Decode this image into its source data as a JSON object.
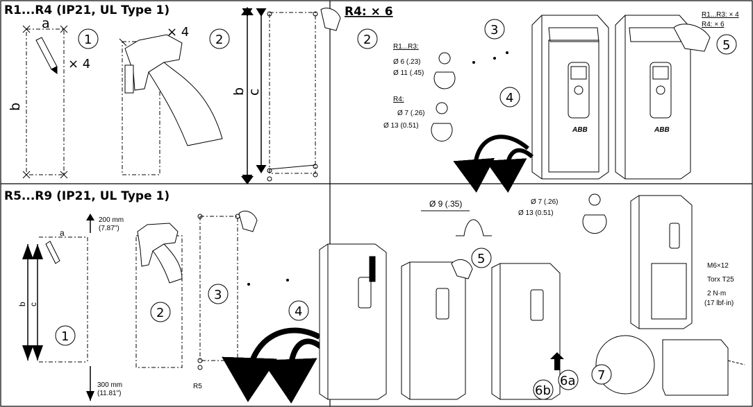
{
  "panels": {
    "top_left_title": "R1...R4 (IP21, UL Type 1)",
    "bottom_left_title": "R5...R9 (IP21, UL Type 1)"
  },
  "top": {
    "dim_a": "a",
    "dim_b": "b",
    "dim_b2": "b",
    "dim_c": "c",
    "times4_a": "× 4",
    "times4_b": "× 4",
    "r4_times6": "R4: × 6",
    "steps": [
      "1",
      "2",
      "2",
      "3",
      "4",
      "5"
    ],
    "keyhole_r1r3_label": "R1...R3:",
    "keyhole_r1r3_d1": "Ø 6 (.23)",
    "keyhole_r1r3_d2": "Ø 11 (.45)",
    "keyhole_r4_label": "R4:",
    "keyhole_r4_d1": "Ø 7 (.26)",
    "keyhole_r4_d2": "Ø 13 (0.51)",
    "right_r1r3": "R1...R3: × 4",
    "right_r4": "R4: × 6",
    "logo": "ABB"
  },
  "bottom": {
    "dim_a": "a",
    "dim_b": "b",
    "dim_c": "c",
    "top_clear_mm": "200 mm",
    "top_clear_in": "(7.87\")",
    "bot_clear_mm": "300 mm",
    "bot_clear_in": "(11.81\")",
    "r5": "R5",
    "steps": [
      "1",
      "2",
      "3",
      "4",
      "5",
      "6a",
      "6b",
      "7"
    ],
    "slot_d": "Ø 9 (.35)",
    "keyhole_d1": "Ø 7 (.26)",
    "keyhole_d2": "Ø 13 (0.51)",
    "screw_spec": "M6×12",
    "torx": "Torx T25",
    "torque": "2 N·m",
    "torque_imp": "(17 lbf·in)"
  }
}
